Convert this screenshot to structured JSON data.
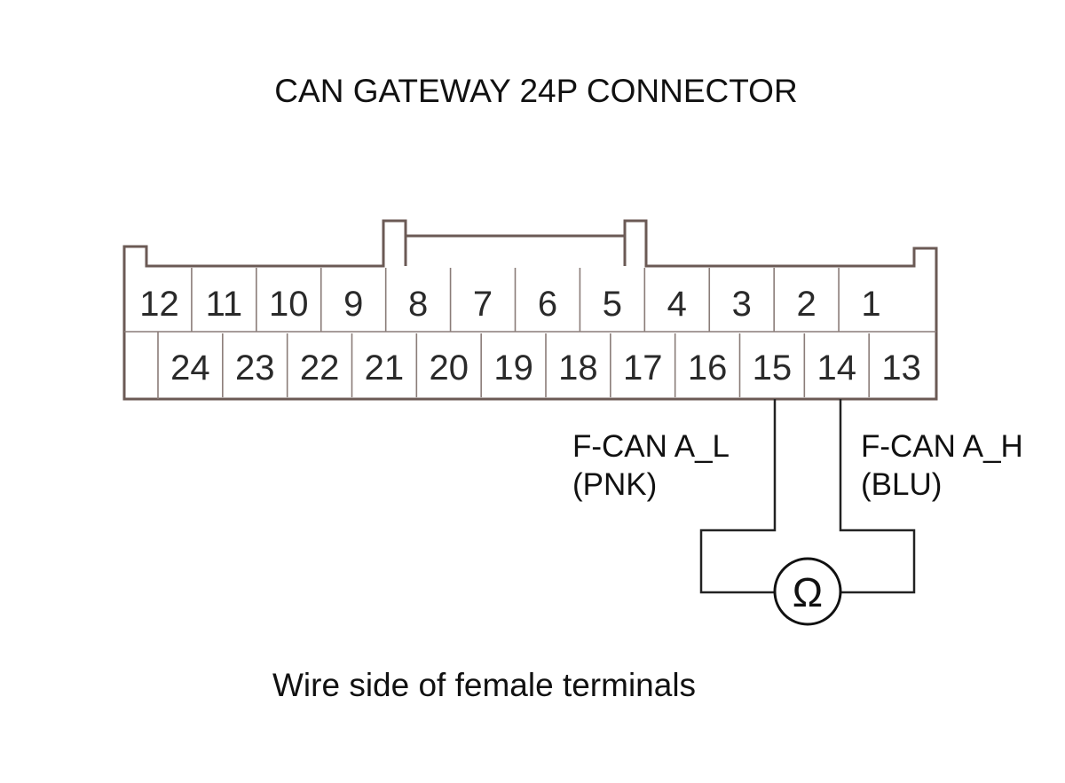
{
  "title": "CAN GATEWAY 24P CONNECTOR",
  "connector": {
    "top_row": [
      "12",
      "11",
      "10",
      "9",
      "8",
      "7",
      "6",
      "5",
      "4",
      "3",
      "2",
      "1"
    ],
    "bottom_row": [
      "24",
      "23",
      "22",
      "21",
      "20",
      "19",
      "18",
      "17",
      "16",
      "15",
      "14",
      "13"
    ]
  },
  "wires": {
    "left": {
      "line1": "F-CAN A_L",
      "line2": "(PNK)",
      "terminal": "15"
    },
    "right": {
      "line1": "F-CAN A_H",
      "line2": "(BLU)",
      "terminal": "14"
    }
  },
  "meter": {
    "symbol": "Ω",
    "icon": "ohmmeter-icon"
  },
  "caption": "Wire side of female terminals",
  "colors": {
    "shell": "#6b5a55",
    "cells": "#8a7c78",
    "ink": "#111111"
  }
}
